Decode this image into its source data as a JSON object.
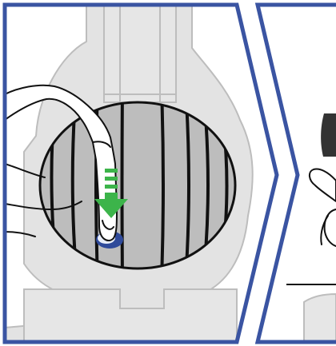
{
  "figure": {
    "kind": "instruction-illustration",
    "panels": [
      {
        "id": "panel-1",
        "subject": "press-button-on-ribbed-dome"
      },
      {
        "id": "panel-2",
        "subject": "next-step-partially-visible"
      }
    ],
    "colors": {
      "frame": "#3a54a2",
      "arrow": "#3cb44a",
      "button_ring": "#3a54a2",
      "housing": "#e3e3e3",
      "housing_stroke": "#bdbdbd",
      "dome": "#bdbdbd",
      "ribs": "#111111",
      "hand_outline": "#111111"
    },
    "icons": [
      "down-arrow-icon",
      "hand-icon",
      "button-icon"
    ]
  }
}
